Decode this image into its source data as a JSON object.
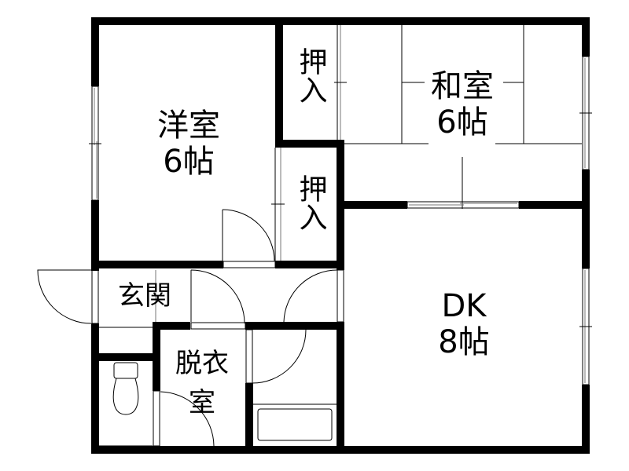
{
  "floor_plan": {
    "colors": {
      "wall": "#000000",
      "line": "#000000",
      "background": "#ffffff",
      "window": "#777777"
    },
    "rooms": [
      {
        "id": "western-room",
        "name": "洋室",
        "size": "6帖"
      },
      {
        "id": "closet-upper",
        "name": "押入"
      },
      {
        "id": "closet-lower",
        "name": "押入"
      },
      {
        "id": "japanese-room",
        "name": "和室",
        "size": "6帖"
      },
      {
        "id": "entrance",
        "name": "玄関"
      },
      {
        "id": "dressing-room",
        "name": "脱衣室"
      },
      {
        "id": "dining-kitchen",
        "name": "DK",
        "size": "8帖"
      }
    ]
  }
}
